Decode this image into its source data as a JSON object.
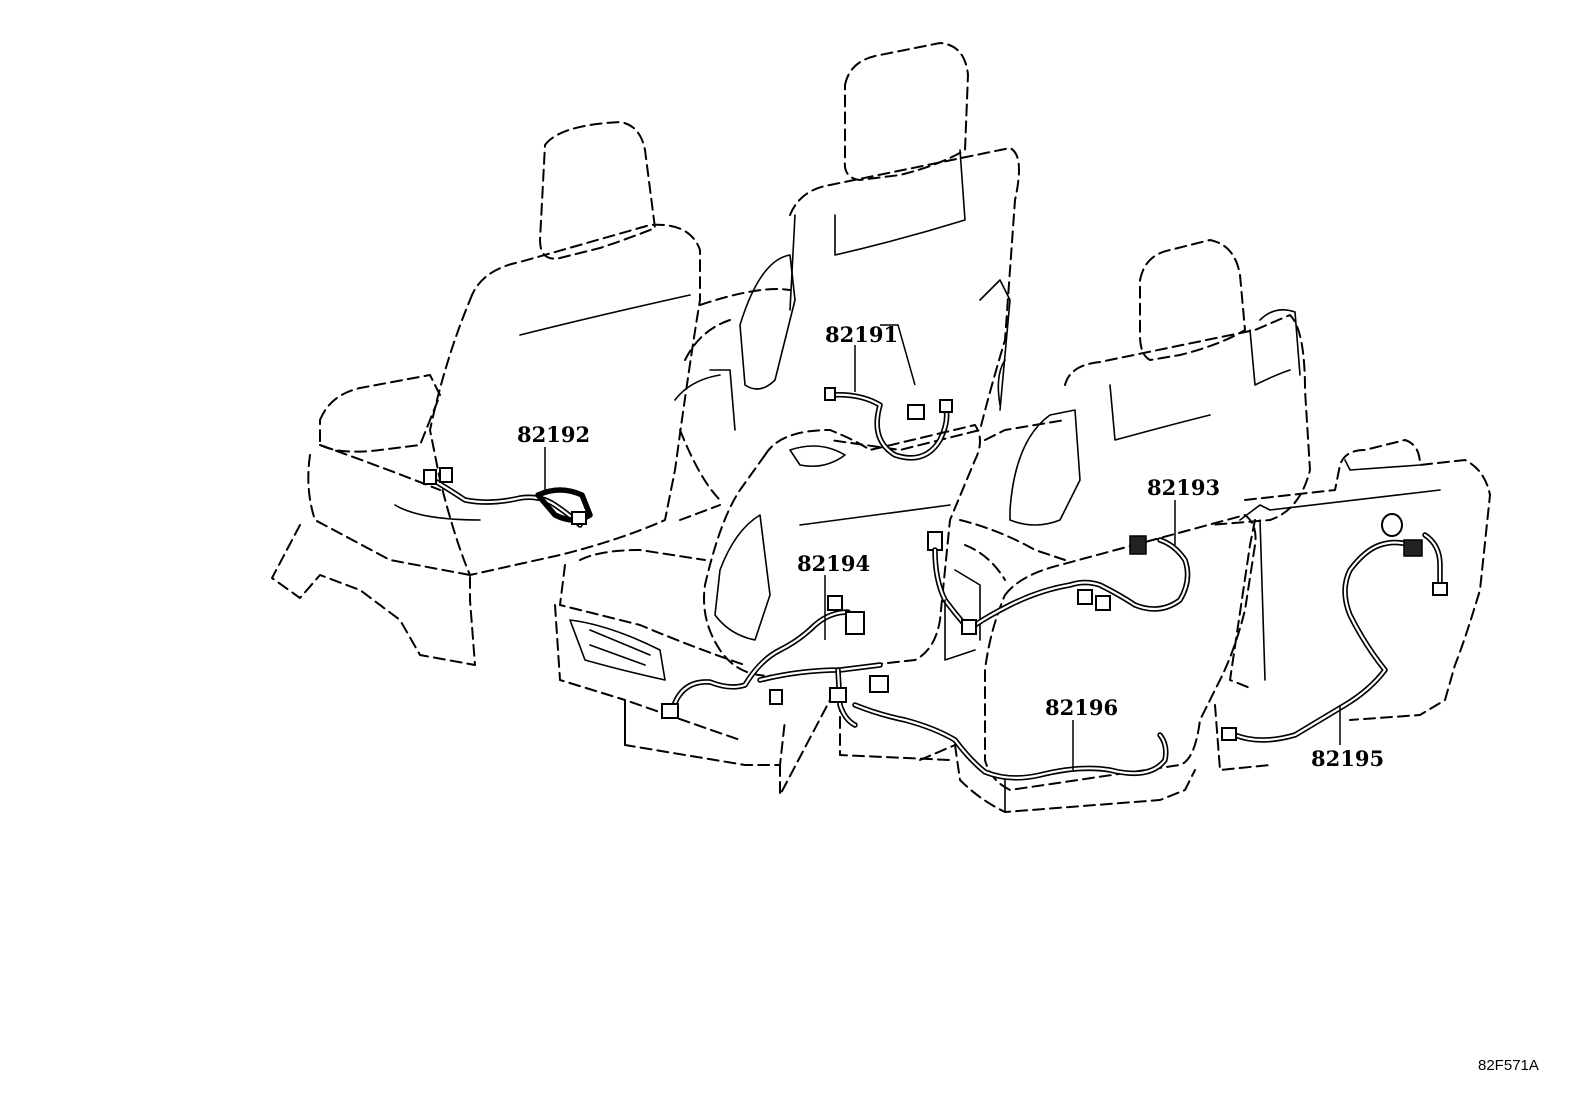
{
  "diagram": {
    "part_labels": {
      "p82191": "82191",
      "p82192": "82192",
      "p82193": "82193",
      "p82194": "82194",
      "p82195": "82195",
      "p82196": "82196"
    },
    "illustration_code": "82F571A"
  }
}
